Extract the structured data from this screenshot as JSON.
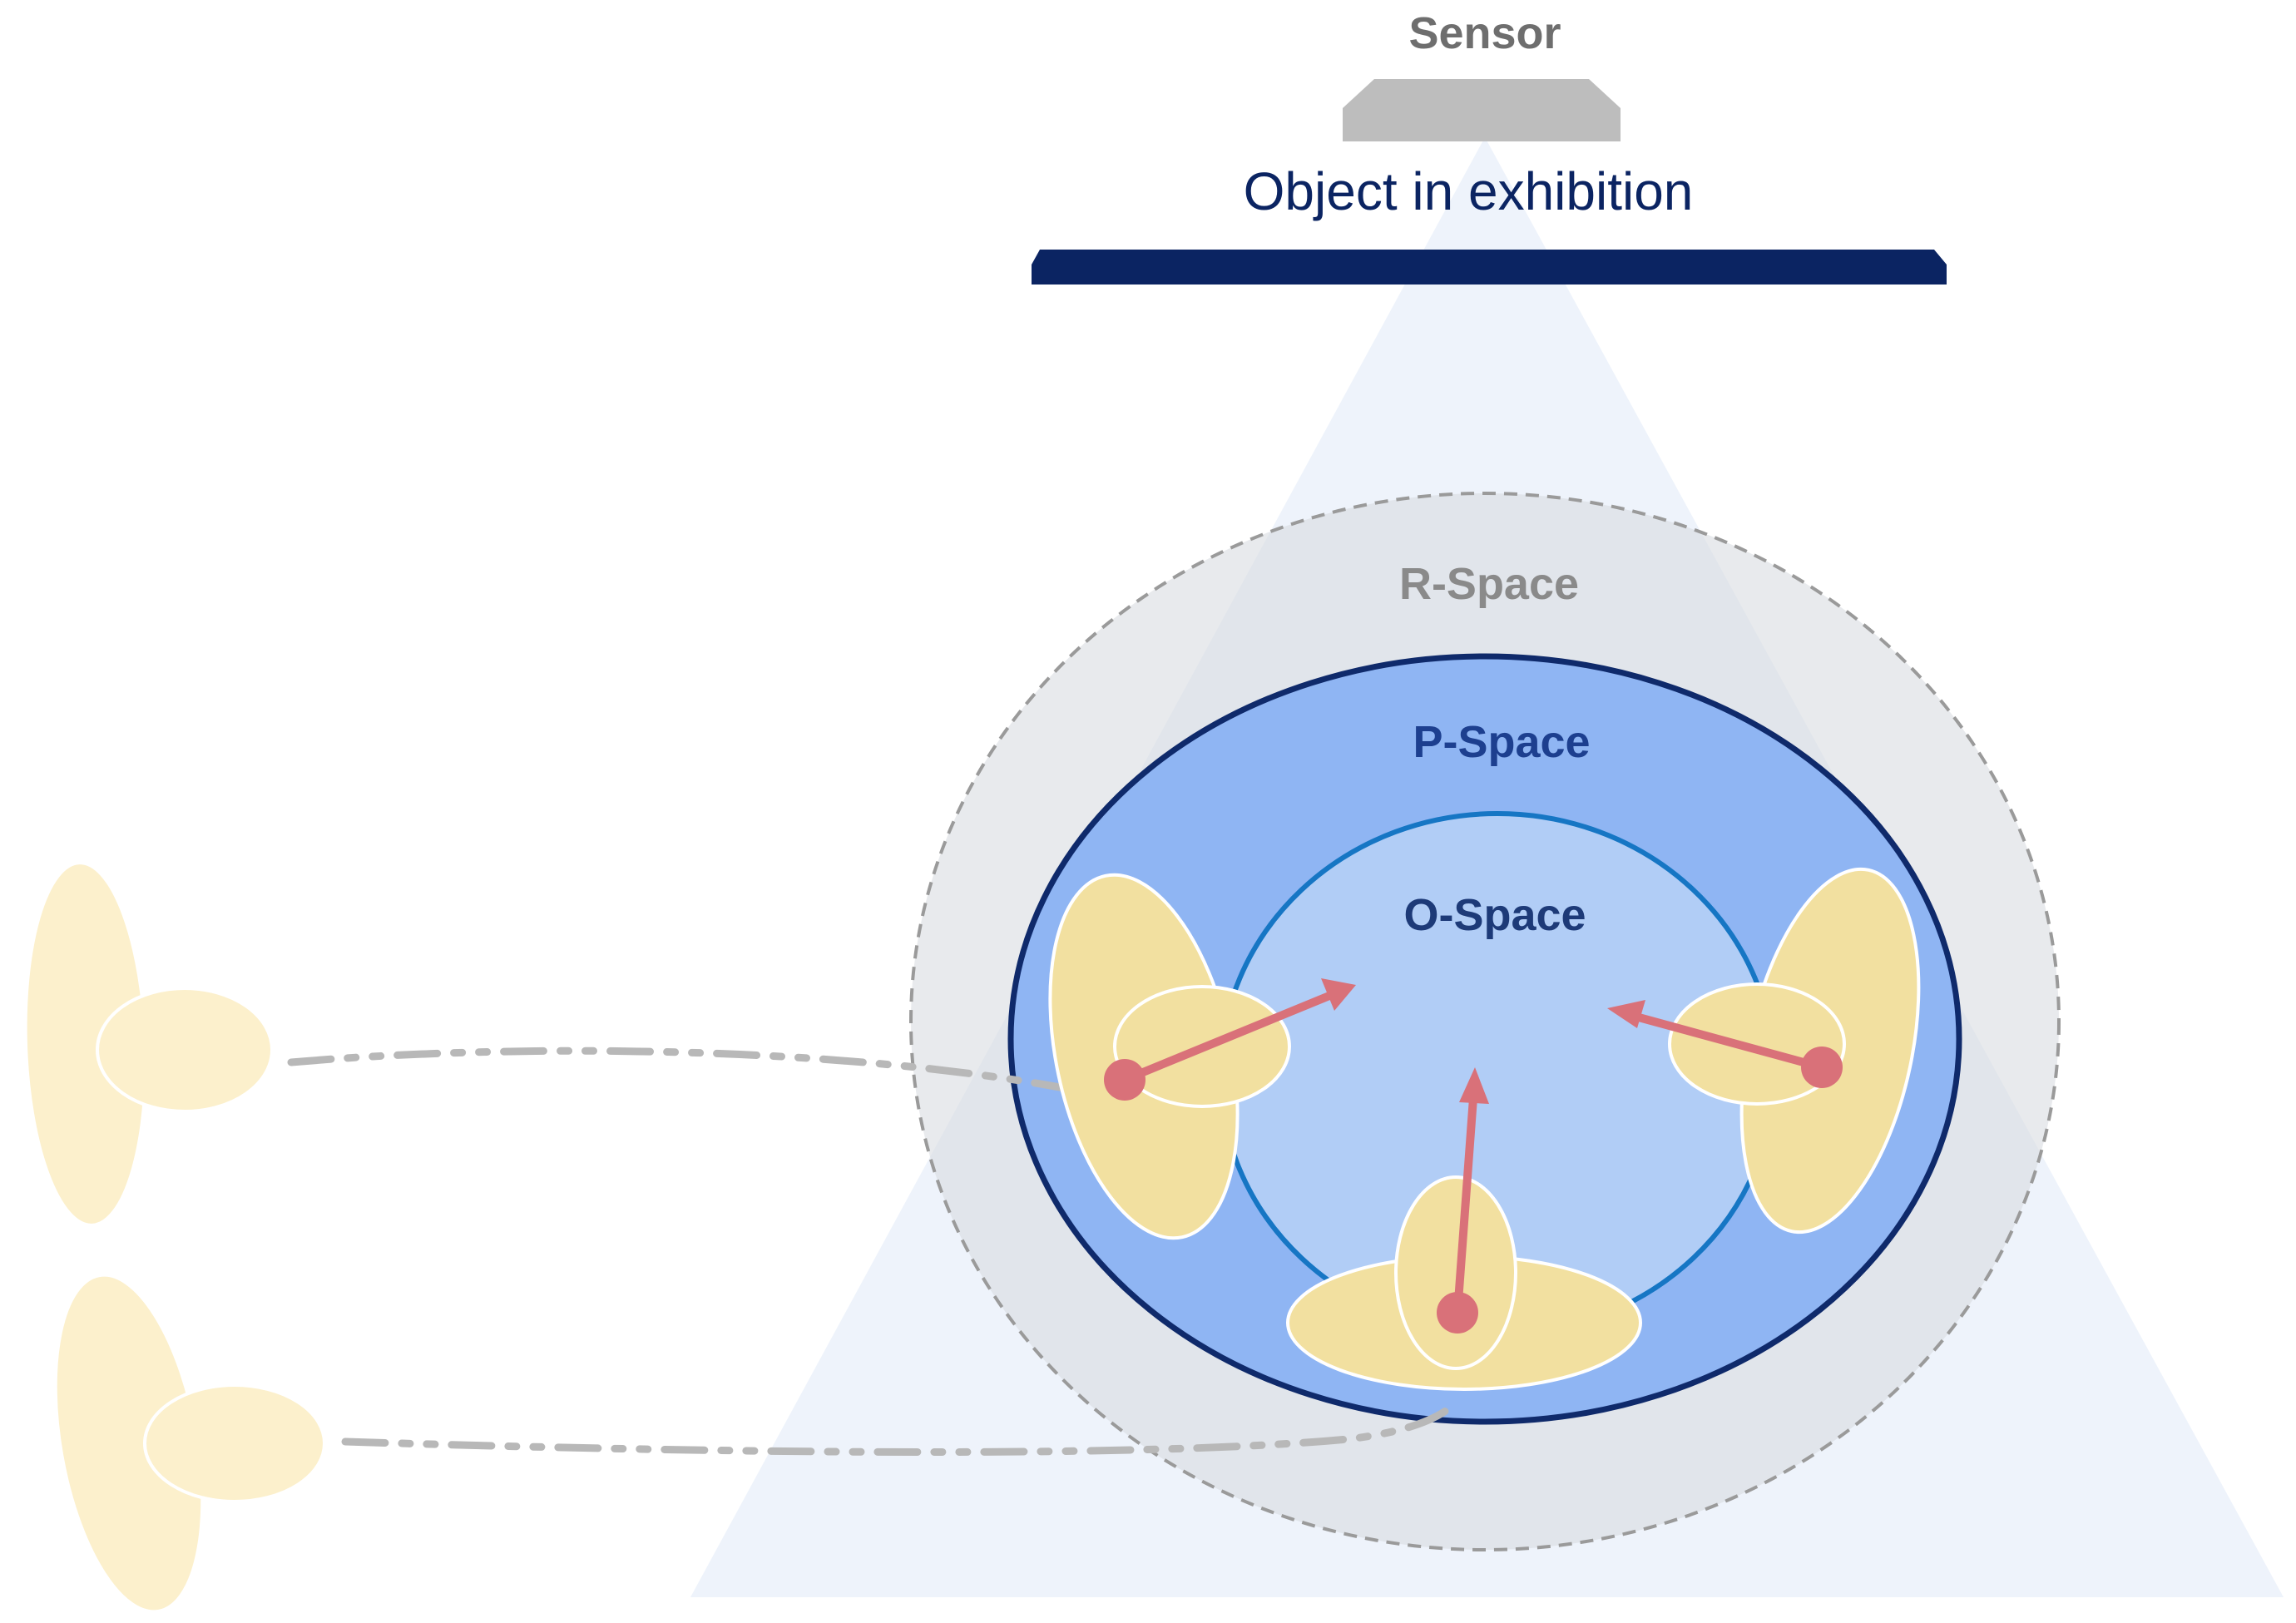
{
  "labels": {
    "sensor": "Sensor",
    "object": "Object in exhibition",
    "r_space": "R-Space",
    "p_space": "P-Space",
    "o_space": "O-Space"
  },
  "colors": {
    "background": "#ffffff",
    "sensor_fill": "#bdbdbd",
    "sensor_text": "#6e6e6e",
    "exhibit_bar": "#0b2462",
    "object_text": "#0b2462",
    "sensor_cone": "#eef3fb",
    "r_space_fill": "#e3e6eb",
    "r_space_border": "#9a9a9a",
    "r_space_text": "#8a8a8a",
    "p_space_fill": "#8fb5f3",
    "p_space_border": "#0f2a6b",
    "p_space_text": "#1d3f8f",
    "o_space_fill": "#b1cdf6",
    "o_space_border": "#1676c4",
    "o_space_text": "#1d3a78",
    "person_fill": "#f2e0a0",
    "person_outline": "#ffffff",
    "person_faded_fill": "#fcf0cc",
    "trajectory": "#b8b8b8",
    "gaze_arrow": "#d97179"
  },
  "people": [
    {
      "id": "left",
      "state": "in-formation"
    },
    {
      "id": "right",
      "state": "in-formation"
    },
    {
      "id": "bottom",
      "state": "in-formation"
    },
    {
      "id": "walker-top",
      "state": "approaching"
    },
    {
      "id": "walker-bottom",
      "state": "approaching"
    }
  ]
}
